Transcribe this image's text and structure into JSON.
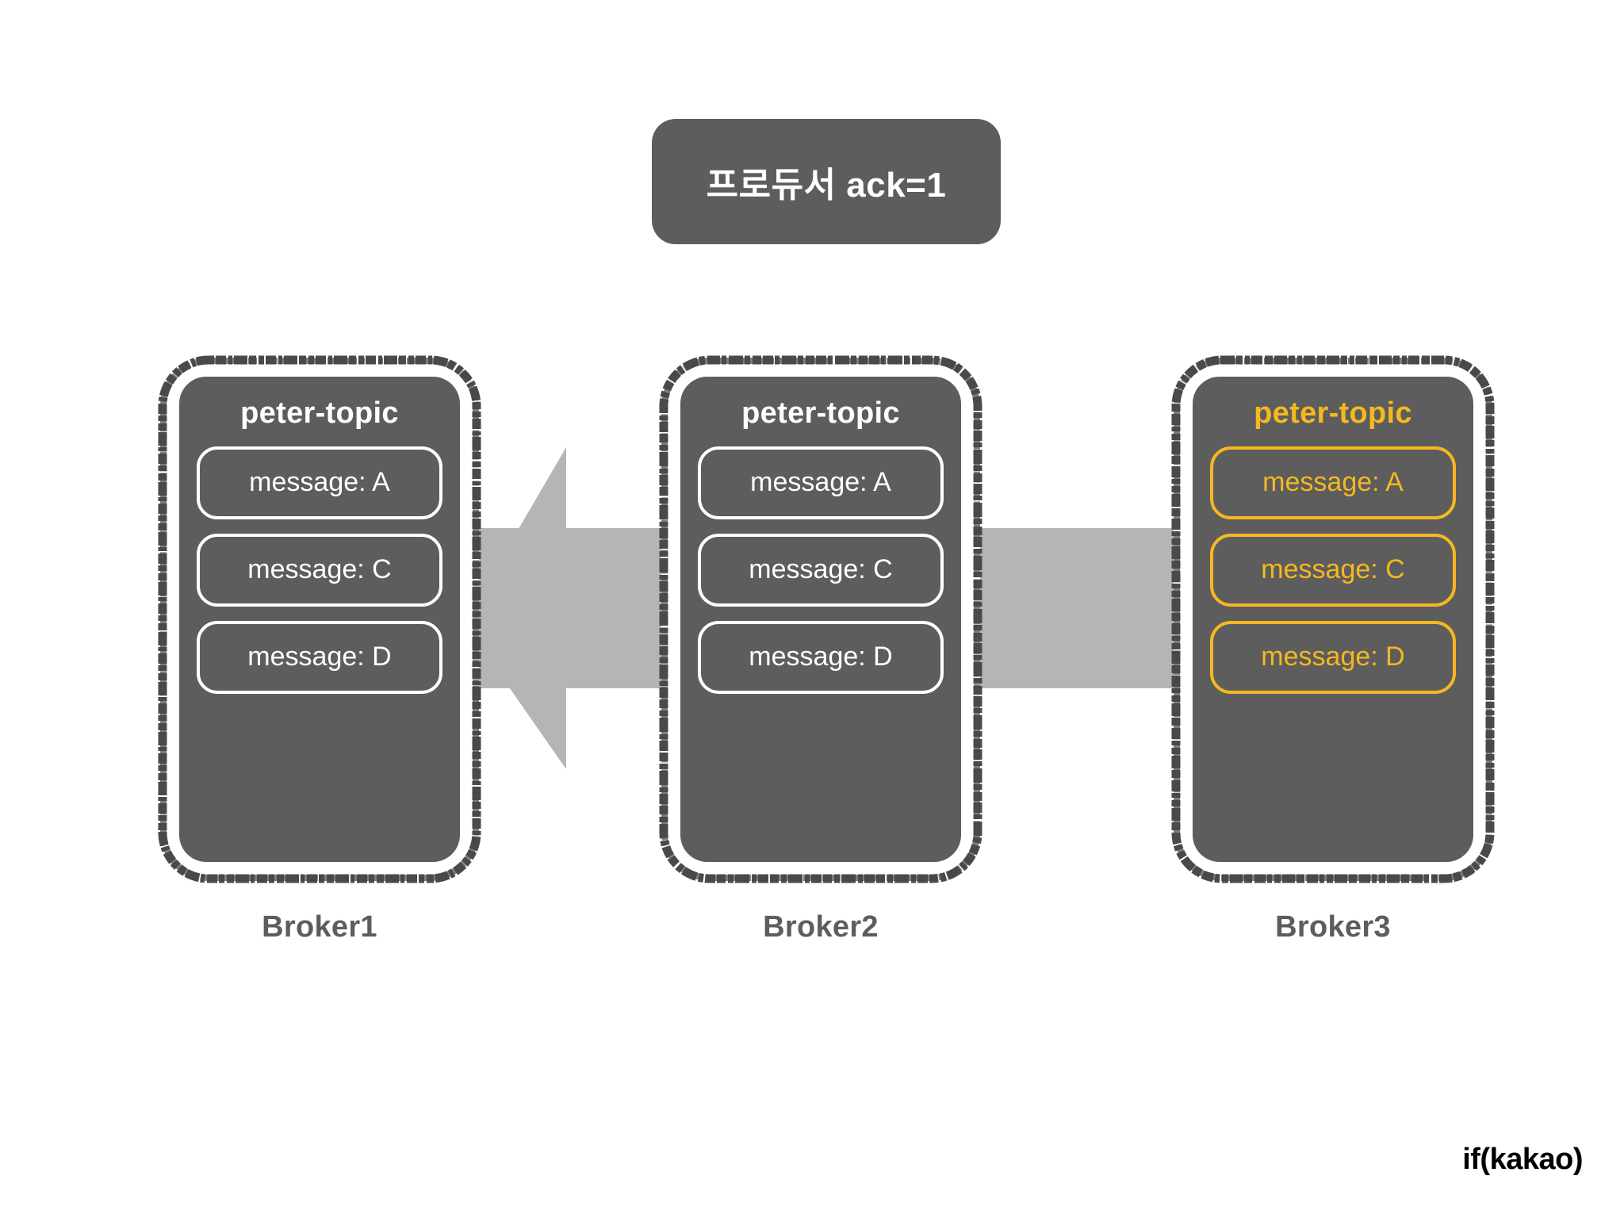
{
  "header": {
    "label": "프로듀서 ack=1"
  },
  "colors": {
    "card_fill": "#5D5D5D",
    "card_border": "#4A4A4A",
    "accent": "#F5B81F",
    "arrow": "#B5B5B5",
    "text_light": "#FFFFFF",
    "caption": "#5D5D5D",
    "background": "#FFFFFF"
  },
  "brokers": [
    {
      "caption": "Broker1",
      "topic": "peter-topic",
      "accent": false,
      "messages": [
        {
          "label": "message: A"
        },
        {
          "label": "message: C"
        },
        {
          "label": "message: D"
        }
      ]
    },
    {
      "caption": "Broker2",
      "topic": "peter-topic",
      "accent": false,
      "messages": [
        {
          "label": "message: A"
        },
        {
          "label": "message: C"
        },
        {
          "label": "message: D"
        }
      ]
    },
    {
      "caption": "Broker3",
      "topic": "peter-topic",
      "accent": true,
      "messages": [
        {
          "label": "message: A"
        },
        {
          "label": "message: C"
        },
        {
          "label": "message: D"
        }
      ]
    }
  ],
  "arrow": {
    "direction": "left",
    "from": "Broker3",
    "to": "Broker1"
  },
  "brand": {
    "label": "if(kakao)"
  }
}
